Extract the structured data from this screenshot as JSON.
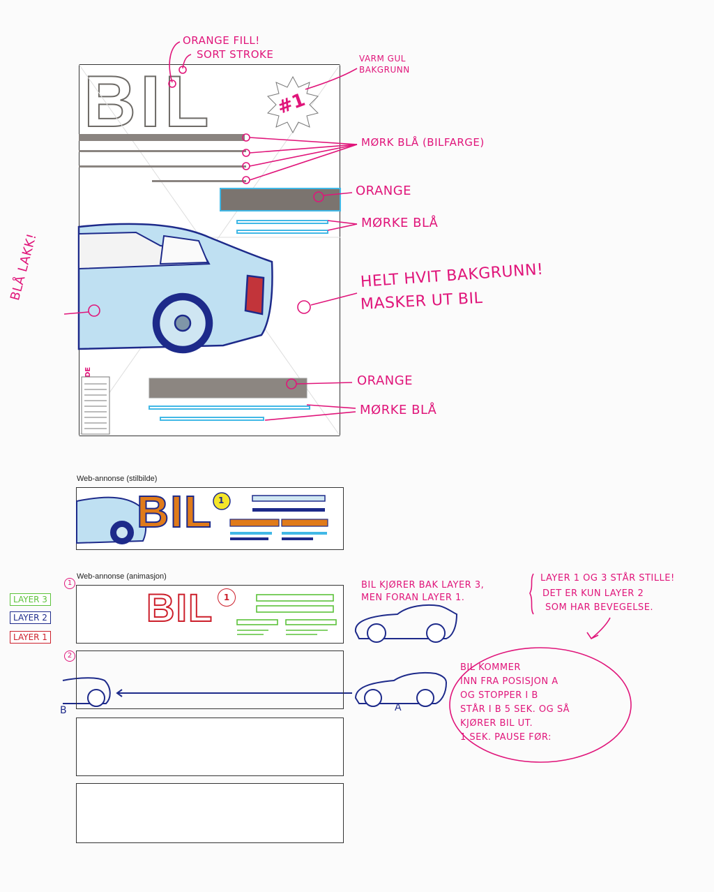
{
  "poster": {
    "title": "BIL",
    "badge": "#1",
    "side_code": "PRODUKTKODE"
  },
  "annotations": {
    "orange_fill": "ORANGE FILL!",
    "sort_stroke": "SORT STROKE",
    "warm_yellow_1": "VARM GUL",
    "warm_yellow_2": "BAKGRUNN",
    "dark_blue_car": "MØRK BLÅ (BILFARGE)",
    "orange_1": "ORANGE",
    "dark_blue_1": "MØRKE BLÅ",
    "white_bg_1": "HELT HVIT BAKGRUNN!",
    "white_bg_2": "MASKER UT BIL",
    "orange_2": "ORANGE",
    "dark_blue_2": "MØRKE BLÅ",
    "blue_paint": "BLÅ LAKK!"
  },
  "web_still": {
    "caption": "Web-annonse (stilbilde)",
    "title": "BIL",
    "badge": "1"
  },
  "web_anim": {
    "caption": "Web-annonse (animasjon)",
    "frame1_num": "1",
    "frame2_num": "2",
    "title": "BIL",
    "badge": "1",
    "point_a": "A",
    "point_b": "B"
  },
  "layers": {
    "layer3": "LAYER 3",
    "layer2": "LAYER 2",
    "layer1": "LAYER 1"
  },
  "notes": {
    "car_drives_1": "BIL KJØRER BAK LAYER 3,",
    "car_drives_2": "MEN FORAN LAYER 1.",
    "still_1": "LAYER 1 OG 3 STÅR STILLE!",
    "still_2": "DET ER KUN LAYER 2",
    "still_3": "SOM HAR BEVEGELSE.",
    "motion_1": "BIL KOMMER",
    "motion_2": "INN FRA POSISJON A",
    "motion_3": "OG STOPPER I B",
    "motion_4": "STÅR I B 5 SEK. OG SÅ",
    "motion_5": "KJØRER BIL UT.",
    "motion_6": "1 SEK. PAUSE FØR:"
  },
  "colors": {
    "magenta": "#e0157a",
    "dark_blue": "#1d2a8a",
    "light_blue": "#41b8e6",
    "orange": "#e07b1a",
    "green": "#5cc23a",
    "red": "#cc1f2b",
    "grey_bar": "#8a8480"
  }
}
